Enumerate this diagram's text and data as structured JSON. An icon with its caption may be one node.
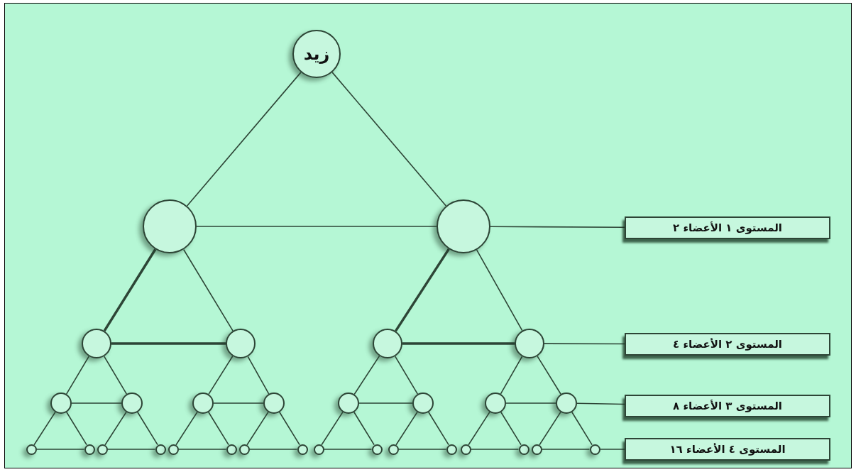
{
  "diagram": {
    "nodes": [
      {
        "text": [
          "زيد"
        ]
      },
      {
        "text": [],
        "shape": "circle"
      },
      {
        "text": [],
        "shape": "circle"
      },
      {
        "text": [],
        "shape": "circle"
      },
      {
        "text": [],
        "shape": "circle"
      },
      {
        "text": [],
        "shape": "circle"
      },
      {
        "text": [],
        "shape": "circle"
      },
      {
        "text": [],
        "shape": "circle"
      },
      {
        "text": [],
        "shape": "circle"
      },
      {
        "text": [],
        "shape": "circle"
      },
      {
        "text": [],
        "shape": "circle"
      },
      {
        "text": [],
        "shape": "circle"
      },
      {
        "text": [],
        "shape": "circle"
      },
      {
        "text": [],
        "shape": "circle"
      },
      {
        "text": [],
        "shape": "circle"
      },
      {
        "text": [],
        "shape": "circle"
      },
      {
        "text": [],
        "shape": "circle"
      },
      {
        "text": [],
        "shape": "circle"
      },
      {
        "text": [],
        "shape": "circle"
      },
      {
        "text": [],
        "shape": "circle"
      },
      {
        "text": [],
        "shape": "circle"
      },
      {
        "text": [],
        "shape": "circle"
      },
      {
        "text": [],
        "shape": "circle"
      },
      {
        "text": [],
        "shape": "circle"
      },
      {
        "text": [],
        "shape": "circle"
      },
      {
        "text": [],
        "shape": "circle"
      },
      {
        "text": [],
        "shape": "circle"
      },
      {
        "text": [],
        "shape": "circle"
      },
      {
        "text": [],
        "shape": "circle"
      },
      {
        "text": [],
        "shape": "circle"
      },
      {
        "text": [],
        "shape": "circle"
      },
      {
        "text": [
          "المستوى ١ الأعضاء ٢"
        ]
      },
      {
        "text": [
          "المستوى ٢ الأعضاء ٤"
        ]
      },
      {
        "text": [
          "المستوى ٣ الأعضاء ٨"
        ]
      },
      {
        "text": [
          "المستوى ٤ الأعضاء ١٦"
        ]
      }
    ],
    "edges": [
      {
        "from": 0,
        "to": 1,
        "arrow": "none"
      },
      {
        "from": 0,
        "to": 2,
        "arrow": "none"
      },
      {
        "from": 1,
        "to": 3,
        "arrow": "none",
        "style": "thick"
      },
      {
        "from": 1,
        "to": 4,
        "arrow": "none"
      },
      {
        "from": 2,
        "to": 5,
        "arrow": "none",
        "style": "thick"
      },
      {
        "from": 2,
        "to": 6,
        "arrow": "none"
      },
      {
        "from": 3,
        "to": 7,
        "arrow": "none"
      },
      {
        "from": 3,
        "to": 8,
        "arrow": "none"
      },
      {
        "from": 4,
        "to": 9,
        "arrow": "none"
      },
      {
        "from": 4,
        "to": 10,
        "arrow": "none"
      },
      {
        "from": 5,
        "to": 11,
        "arrow": "none"
      },
      {
        "from": 5,
        "to": 12,
        "arrow": "none"
      },
      {
        "from": 6,
        "to": 13,
        "arrow": "none"
      },
      {
        "from": 6,
        "to": 14,
        "arrow": "none"
      },
      {
        "from": 7,
        "to": 15,
        "arrow": "none"
      },
      {
        "from": 7,
        "to": 16,
        "arrow": "none"
      },
      {
        "from": 8,
        "to": 17,
        "arrow": "none"
      },
      {
        "from": 8,
        "to": 18,
        "arrow": "none"
      },
      {
        "from": 9,
        "to": 19,
        "arrow": "none"
      },
      {
        "from": 9,
        "to": 20,
        "arrow": "none"
      },
      {
        "from": 10,
        "to": 21,
        "arrow": "none"
      },
      {
        "from": 10,
        "to": 22,
        "arrow": "none"
      },
      {
        "from": 11,
        "to": 23,
        "arrow": "none"
      },
      {
        "from": 11,
        "to": 24,
        "arrow": "none"
      },
      {
        "from": 12,
        "to": 25,
        "arrow": "none"
      },
      {
        "from": 12,
        "to": 26,
        "arrow": "none"
      },
      {
        "from": 13,
        "to": 27,
        "arrow": "none"
      },
      {
        "from": 13,
        "to": 28,
        "arrow": "none"
      },
      {
        "from": 14,
        "to": 29,
        "arrow": "none"
      },
      {
        "from": 14,
        "to": 30,
        "arrow": "none"
      },
      {
        "from": 1,
        "to": 2,
        "arrow": "none"
      },
      {
        "from": 3,
        "to": 4,
        "arrow": "none",
        "style": "thick"
      },
      {
        "from": 5,
        "to": 6,
        "arrow": "none",
        "style": "thick"
      },
      {
        "from": 7,
        "to": 8,
        "arrow": "none"
      },
      {
        "from": 9,
        "to": 10,
        "arrow": "none"
      },
      {
        "from": 11,
        "to": 12,
        "arrow": "none"
      },
      {
        "from": 13,
        "to": 14,
        "arrow": "none"
      },
      {
        "from": 15,
        "to": 16,
        "arrow": "none"
      },
      {
        "from": 17,
        "to": 18,
        "arrow": "none"
      },
      {
        "from": 19,
        "to": 20,
        "arrow": "none"
      },
      {
        "from": 21,
        "to": 22,
        "arrow": "none"
      },
      {
        "from": 23,
        "to": 24,
        "arrow": "none"
      },
      {
        "from": 25,
        "to": 26,
        "arrow": "none"
      },
      {
        "from": 27,
        "to": 28,
        "arrow": "none"
      },
      {
        "from": 29,
        "to": 30,
        "arrow": "none"
      },
      {
        "from": 2,
        "to": 31,
        "arrow": "none"
      },
      {
        "from": 6,
        "to": 32,
        "arrow": "none"
      },
      {
        "from": 14,
        "to": 33,
        "arrow": "none"
      },
      {
        "from": 30,
        "to": 34,
        "arrow": "none"
      }
    ]
  }
}
